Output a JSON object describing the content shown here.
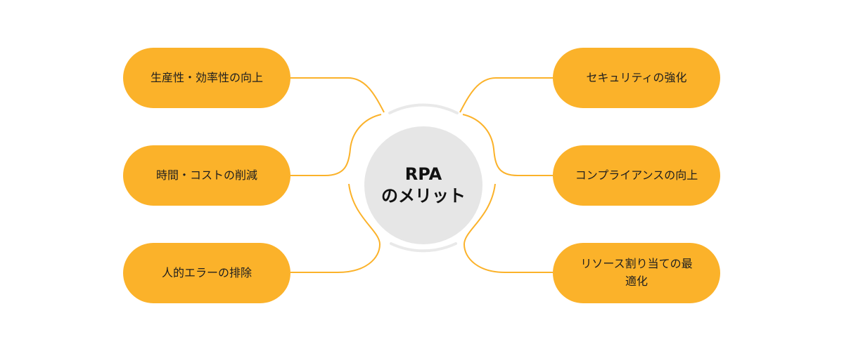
{
  "center": {
    "line1": "RPA",
    "line2": "のメリット"
  },
  "left_items": [
    "生産性・効率性の向上",
    "時間・コストの削減",
    "人的エラーの排除"
  ],
  "right_items": [
    "セキュリティの強化",
    "コンプライアンスの向上",
    "リソース割り当ての最\n適化"
  ],
  "colors": {
    "pill": "#FBB22A",
    "connector": "#FBB22A",
    "hub_fill": "#E6E6E6",
    "ring": "#E9E9E9"
  }
}
